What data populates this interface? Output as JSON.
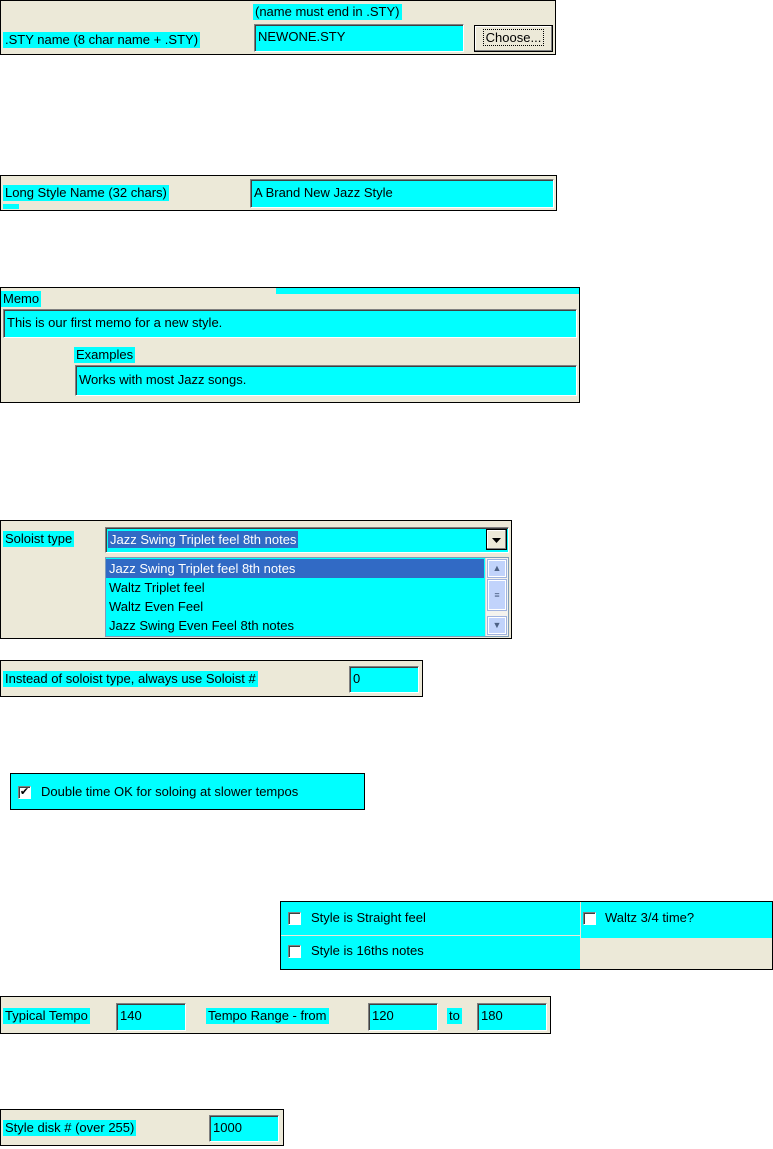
{
  "sty_name": {
    "label": ".STY name (8 char name + .STY)",
    "hint": "(name must end in .STY)",
    "value": "NEWONE.STY",
    "choose_button": "Choose..."
  },
  "long_name": {
    "label": "Long Style Name (32 chars)",
    "value": "A Brand New Jazz Style"
  },
  "memo": {
    "label": "Memo",
    "value": "This is our first memo for a new style.",
    "examples_label": "Examples",
    "examples_value": "Works with most Jazz songs."
  },
  "soloist": {
    "label": "Soloist type",
    "selected": "Jazz Swing Triplet feel 8th notes",
    "options": [
      "Jazz Swing Triplet feel 8th notes",
      "Waltz Triplet feel",
      "Waltz Even Feel",
      "Jazz Swing Even Feel 8th notes"
    ],
    "dropdown_icon": "chevron-down-icon"
  },
  "soloist_number": {
    "label": "Instead of soloist type, always  use Soloist #",
    "value": "0"
  },
  "double_time": {
    "label": "Double time OK for soloing at slower tempos",
    "checked": true
  },
  "feel": {
    "straight_label": "Style is Straight feel",
    "straight_checked": false,
    "sixteenths_label": "Style is 16ths notes",
    "sixteenths_checked": false,
    "waltz_label": "Waltz 3/4 time?",
    "waltz_checked": false
  },
  "tempo": {
    "typical_label": "Typical Tempo",
    "typical_value": "140",
    "range_label": "Tempo Range - from",
    "from_value": "120",
    "to_label": "to",
    "to_value": "180"
  },
  "disk": {
    "label": "Style disk #  (over 255)",
    "value": "1000"
  },
  "colors": {
    "field": "#00ffff",
    "panel": "#ece9d8",
    "selection": "#316ac5"
  }
}
